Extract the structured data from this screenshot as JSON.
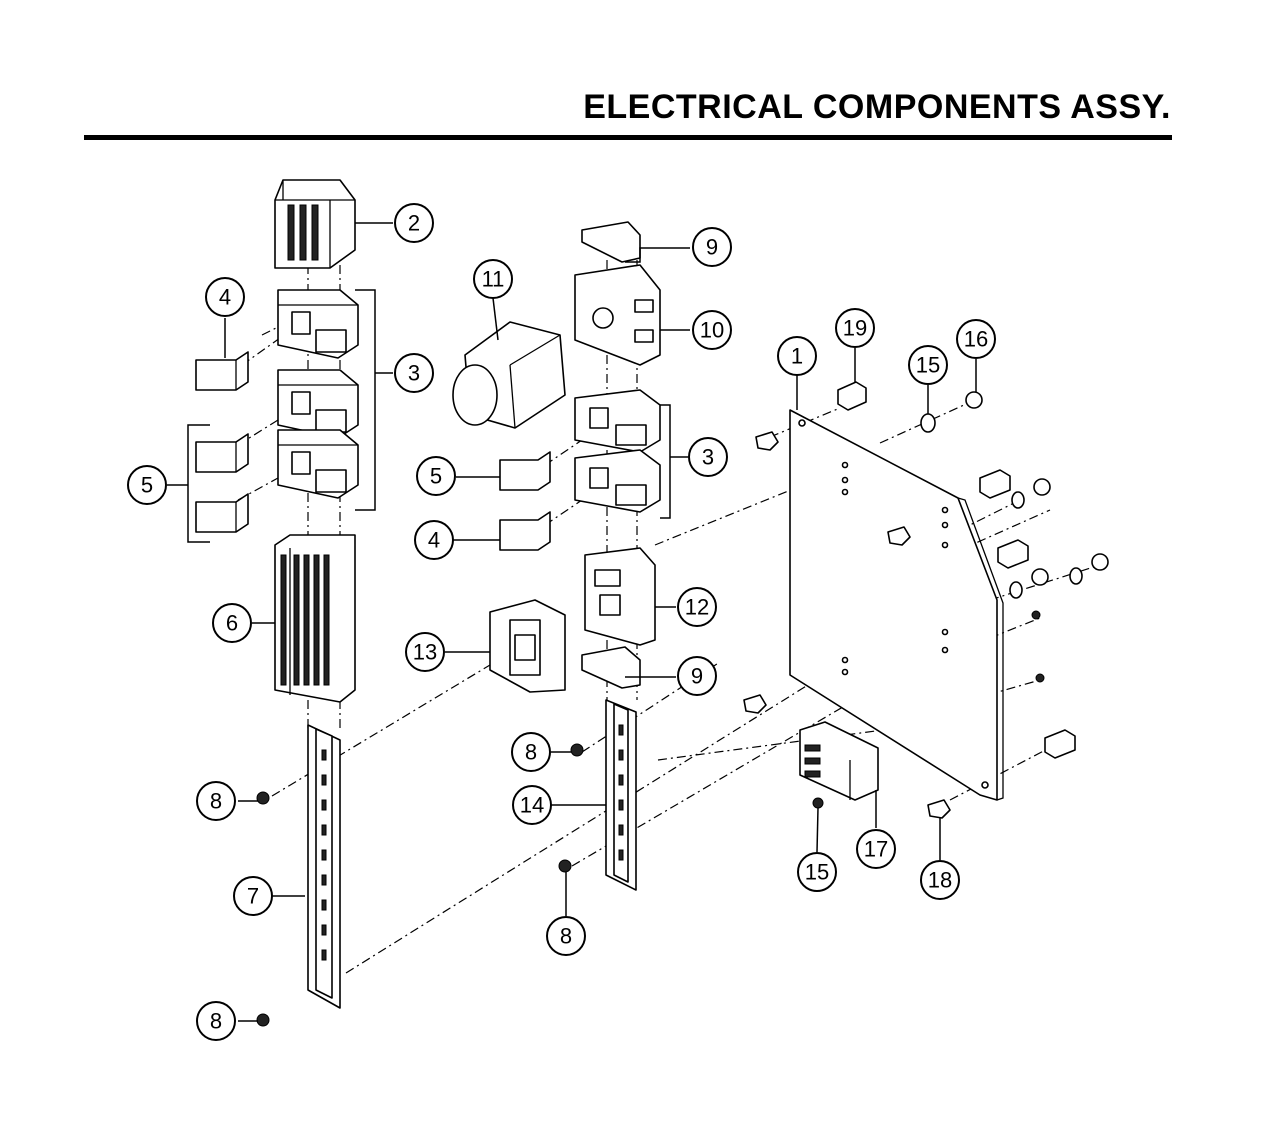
{
  "title": "ELECTRICAL COMPONENTS ASSY.",
  "callouts": [
    {
      "id": "c1",
      "label": "1"
    },
    {
      "id": "c2",
      "label": "2"
    },
    {
      "id": "c3a",
      "label": "3"
    },
    {
      "id": "c3b",
      "label": "3"
    },
    {
      "id": "c4a",
      "label": "4"
    },
    {
      "id": "c4b",
      "label": "4"
    },
    {
      "id": "c5a",
      "label": "5"
    },
    {
      "id": "c5b",
      "label": "5"
    },
    {
      "id": "c6",
      "label": "6"
    },
    {
      "id": "c7",
      "label": "7"
    },
    {
      "id": "c8a",
      "label": "8"
    },
    {
      "id": "c8b",
      "label": "8"
    },
    {
      "id": "c8c",
      "label": "8"
    },
    {
      "id": "c8d",
      "label": "8"
    },
    {
      "id": "c9a",
      "label": "9"
    },
    {
      "id": "c9b",
      "label": "9"
    },
    {
      "id": "c10",
      "label": "10"
    },
    {
      "id": "c11",
      "label": "11"
    },
    {
      "id": "c12",
      "label": "12"
    },
    {
      "id": "c13",
      "label": "13"
    },
    {
      "id": "c14",
      "label": "14"
    },
    {
      "id": "c15a",
      "label": "15"
    },
    {
      "id": "c15b",
      "label": "15"
    },
    {
      "id": "c16",
      "label": "16"
    },
    {
      "id": "c17",
      "label": "17"
    },
    {
      "id": "c18",
      "label": "18"
    },
    {
      "id": "c19",
      "label": "19"
    }
  ]
}
